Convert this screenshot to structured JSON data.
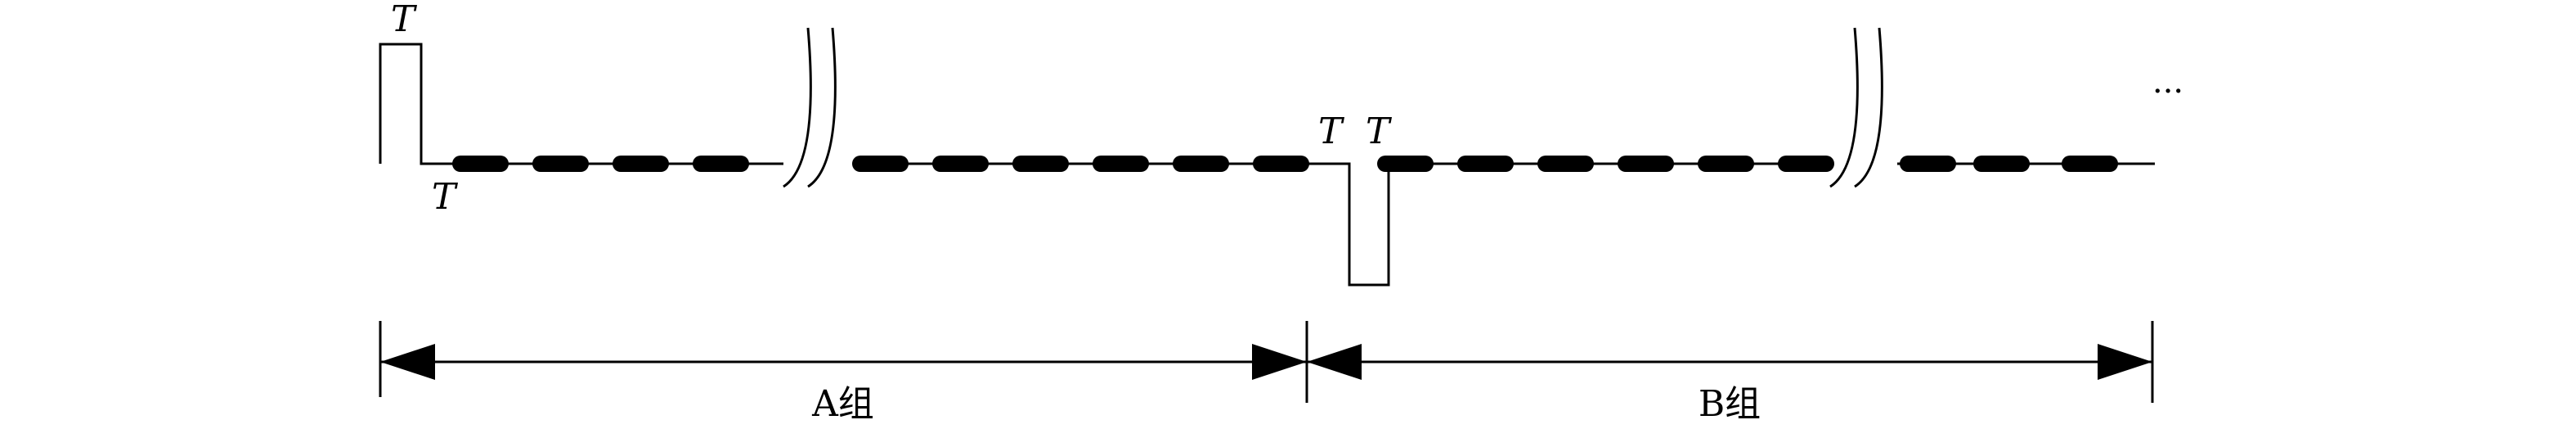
{
  "pulse_labels": {
    "high_pulse_width": "T",
    "low_gap_after_high": "T",
    "before_low_pulse": "T",
    "after_low_pulse": "T"
  },
  "continuation": "···",
  "groups": [
    {
      "label": "A组"
    },
    {
      "label": "B组"
    }
  ],
  "colors": {
    "stroke": "#000000",
    "background": "#ffffff"
  }
}
